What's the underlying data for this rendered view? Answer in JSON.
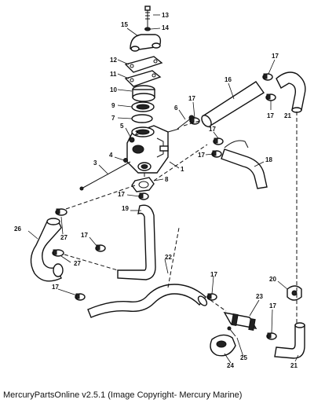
{
  "callouts": [
    {
      "id": "c13",
      "label": "13"
    },
    {
      "id": "c14",
      "label": "14"
    },
    {
      "id": "c15",
      "label": "15"
    },
    {
      "id": "c12",
      "label": "12"
    },
    {
      "id": "c11",
      "label": "11"
    },
    {
      "id": "c10",
      "label": "10"
    },
    {
      "id": "c9",
      "label": "9"
    },
    {
      "id": "c7",
      "label": "7"
    },
    {
      "id": "c6",
      "label": "6"
    },
    {
      "id": "c5",
      "label": "5"
    },
    {
      "id": "c4",
      "label": "4"
    },
    {
      "id": "c3",
      "label": "3"
    },
    {
      "id": "c1",
      "label": "1"
    },
    {
      "id": "c8",
      "label": "8"
    },
    {
      "id": "c2",
      "label": "2"
    },
    {
      "id": "c16",
      "label": "16"
    },
    {
      "id": "c17a",
      "label": "17"
    },
    {
      "id": "c17b",
      "label": "17"
    },
    {
      "id": "c17c",
      "label": "17"
    },
    {
      "id": "c17d",
      "label": "17"
    },
    {
      "id": "c17e",
      "label": "17"
    },
    {
      "id": "c17f",
      "label": "17"
    },
    {
      "id": "c17g",
      "label": "17"
    },
    {
      "id": "c17h",
      "label": "17"
    },
    {
      "id": "c17i",
      "label": "17"
    },
    {
      "id": "c17j",
      "label": "17"
    },
    {
      "id": "c18",
      "label": "18"
    },
    {
      "id": "c19",
      "label": "19"
    },
    {
      "id": "c20",
      "label": "20"
    },
    {
      "id": "c21a",
      "label": "21"
    },
    {
      "id": "c21b",
      "label": "21"
    },
    {
      "id": "c22",
      "label": "22"
    },
    {
      "id": "c23",
      "label": "23"
    },
    {
      "id": "c24",
      "label": "24"
    },
    {
      "id": "c25",
      "label": "25"
    },
    {
      "id": "c26",
      "label": "26"
    },
    {
      "id": "c27a",
      "label": "27"
    },
    {
      "id": "c27b",
      "label": "27"
    }
  ],
  "caption": "MercuryPartsOnline v2.5.1 (Image Copyright- Mercury Marine)"
}
